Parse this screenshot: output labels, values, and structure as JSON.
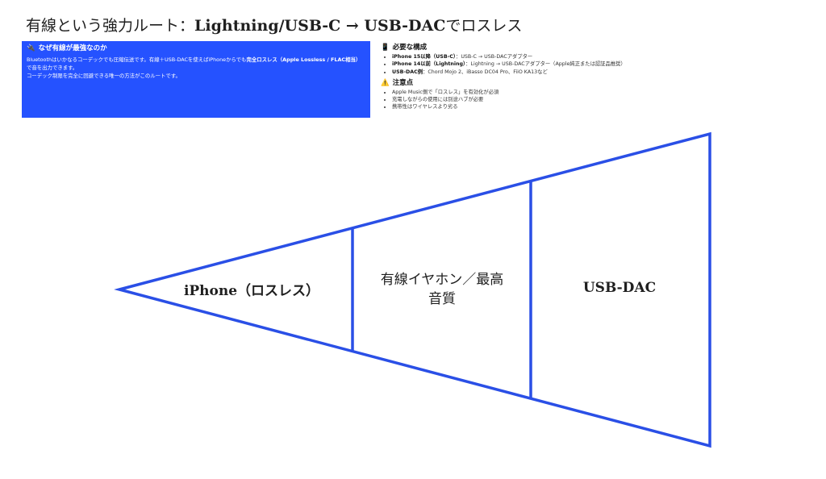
{
  "title": {
    "prefix": "有線という強力ルート：",
    "latin": "Lightning/USB-C → USB-DAC",
    "suffix": "でロスレス"
  },
  "why_box": {
    "icon": "plug-icon",
    "icon_glyph": "🔌",
    "heading": "なぜ有線が最強なのか",
    "line1_part1": "Bluetoothはいかなるコーデックでも圧縮伝送です。有線＋USB-DACを使えばiPhoneからでも",
    "line1_bold": "完全ロスレス（Apple Lossless / FLAC相当）",
    "line1_part2": "で音を出力できます。",
    "line2": "コーデック制限を完全に回避できる唯一の方法がこのルートです。",
    "bg_color": "#2552ff"
  },
  "requirements": {
    "icon": "phone-icon",
    "icon_glyph": "📱",
    "heading": "必要な構成",
    "items": [
      {
        "label": "iPhone 15以降（USB-C）",
        "text": "：USB-C → USB-DACアダプター"
      },
      {
        "label": "iPhone 14以前（Lightning）",
        "text": "：Lightning → USB-DACアダプター（Apple純正または認証品推奨）"
      },
      {
        "label": "USB-DAC例",
        "text": "：Chord Mojo 2、iBasso DC04 Pro、FiiO KA13など"
      }
    ]
  },
  "notes": {
    "icon": "warning-icon",
    "icon_glyph": "⚠️",
    "heading": "注意点",
    "items": [
      "Apple Music側で「ロスレス」を有効化が必須",
      "充電しながらの使用には別途ハブが必要",
      "携帯性はワイヤレスより劣る"
    ]
  },
  "diagram": {
    "stroke_color": "#2a4fe6",
    "segments": [
      {
        "label": "iPhone（ロスレス）"
      },
      {
        "label_line1": "有線イヤホン／最高",
        "label_line2": "音質"
      },
      {
        "label": "USB-DAC"
      }
    ]
  }
}
